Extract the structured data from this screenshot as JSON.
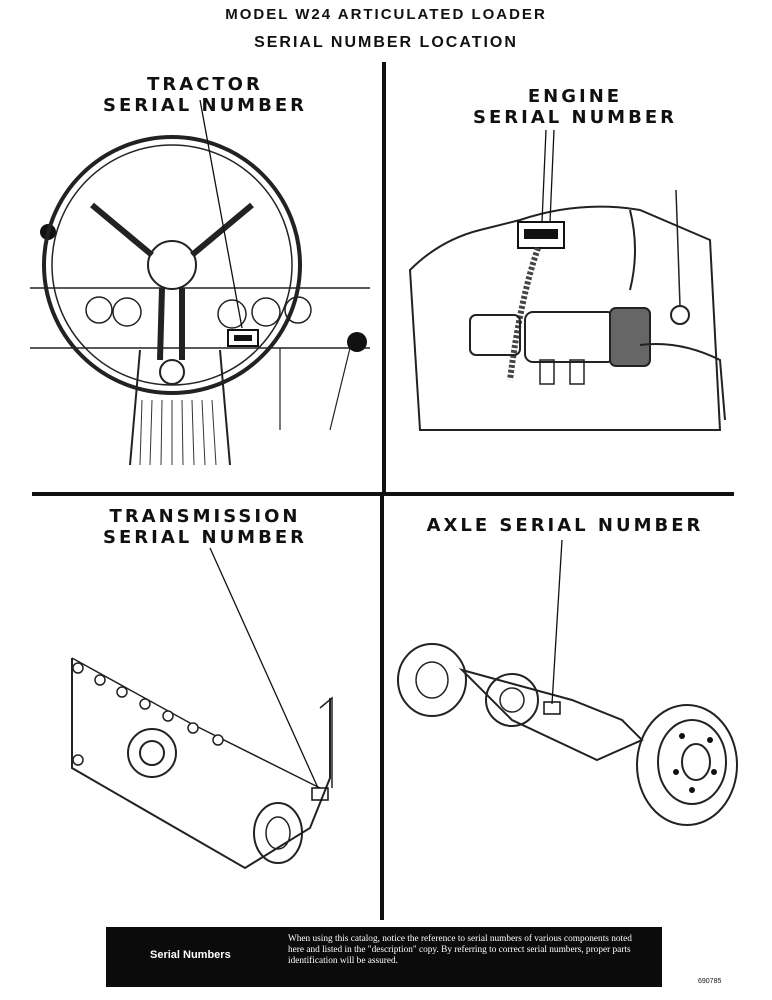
{
  "header": {
    "title": "MODEL W24 ARTICULATED LOADER",
    "subtitle": "SERIAL NUMBER LOCATION"
  },
  "panels": {
    "tractor": {
      "label_line1": "TRACTOR",
      "label_line2": "SERIAL NUMBER"
    },
    "engine": {
      "label_line1": "ENGINE",
      "label_line2": "SERIAL NUMBER"
    },
    "transmission": {
      "label_line1": "TRANSMISSION",
      "label_line2": "SERIAL NUMBER"
    },
    "axle": {
      "label": "AXLE SERIAL NUMBER"
    }
  },
  "footer": {
    "title": "Serial Numbers",
    "text": "When using this catalog, notice the reference to serial numbers of various components noted here and listed in the \"description\" copy. By referring to correct serial numbers, proper parts identification will be assured."
  },
  "figure_code": "690785"
}
